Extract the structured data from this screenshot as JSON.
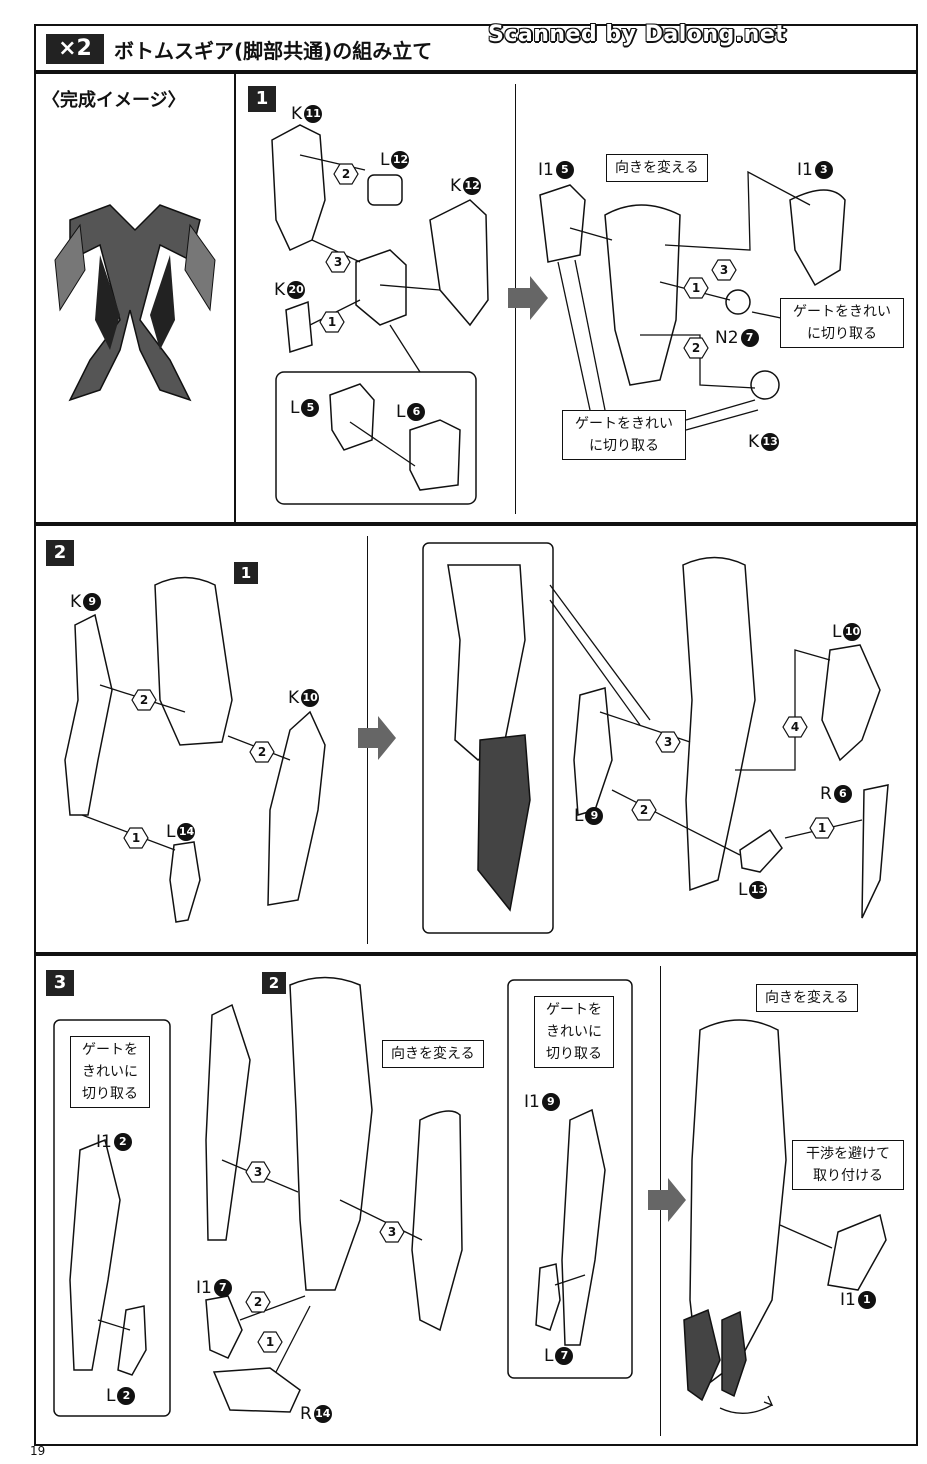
{
  "header": {
    "multiplier": "×2",
    "title": "ボトムスギア(脚部共通)の組み立て",
    "watermark": "Scanned by Dalong.net"
  },
  "sections": {
    "image_label": "〈完成イメージ〉",
    "step1": "1",
    "step2": "2",
    "step3": "3",
    "sub1": "1",
    "sub2": "2"
  },
  "step1": {
    "parts": {
      "k11": {
        "letter": "K",
        "num": "11"
      },
      "l12": {
        "letter": "L",
        "num": "12"
      },
      "k12": {
        "letter": "K",
        "num": "12"
      },
      "k20": {
        "letter": "K",
        "num": "20"
      },
      "l5": {
        "letter": "L",
        "num": "5"
      },
      "l6": {
        "letter": "L",
        "num": "6"
      },
      "i15": {
        "letter": "I1",
        "num": "5"
      },
      "i13": {
        "letter": "I1",
        "num": "3"
      },
      "n27": {
        "letter": "N2",
        "num": "7"
      },
      "k13": {
        "letter": "K",
        "num": "13"
      }
    },
    "callouts": {
      "turn": "向きを変える",
      "gate1": "ゲートをきれい\nに切り取る",
      "gate2": "ゲートをきれい\nに切り取る"
    },
    "order": [
      "1",
      "2",
      "3"
    ]
  },
  "step2": {
    "parts": {
      "k9": {
        "letter": "K",
        "num": "9"
      },
      "k10": {
        "letter": "K",
        "num": "10"
      },
      "l14": {
        "letter": "L",
        "num": "14"
      },
      "l10": {
        "letter": "L",
        "num": "10"
      },
      "r6": {
        "letter": "R",
        "num": "6"
      },
      "l9": {
        "letter": "L",
        "num": "9"
      },
      "l13": {
        "letter": "L",
        "num": "13"
      }
    },
    "order": [
      "1",
      "2",
      "3",
      "4"
    ]
  },
  "step3": {
    "parts": {
      "i12": {
        "letter": "I1",
        "num": "2"
      },
      "l2": {
        "letter": "L",
        "num": "2"
      },
      "i17": {
        "letter": "I1",
        "num": "7"
      },
      "r14": {
        "letter": "R",
        "num": "14"
      },
      "i19": {
        "letter": "I1",
        "num": "9"
      },
      "l7": {
        "letter": "L",
        "num": "7"
      },
      "i11": {
        "letter": "I1",
        "num": "1"
      }
    },
    "callouts": {
      "gate_left": "ゲートを\nきれいに\n切り取る",
      "turn": "向きを変える",
      "gate_right": "ゲートを\nきれいに\n切り取る",
      "turn2": "向きを変える",
      "avoid": "干渉を避けて\n取り付ける"
    }
  },
  "footer": {
    "page": "19"
  }
}
